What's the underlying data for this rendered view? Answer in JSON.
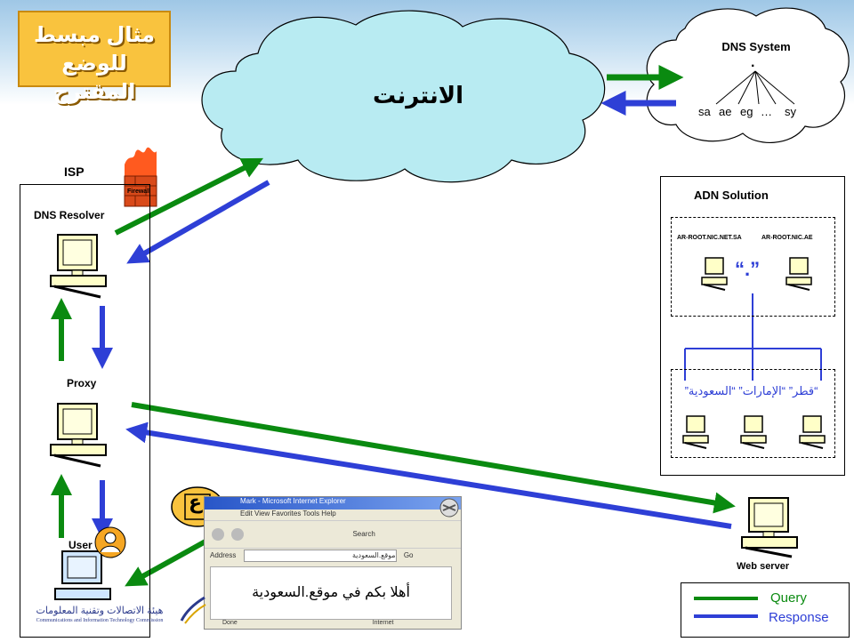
{
  "title": "مثال مبسط للوضع المقترح",
  "internet_label": "الانترنت",
  "dns_system": {
    "title": "DNS System",
    "root": ".",
    "tld_sa": "sa",
    "tld_ae": "ae",
    "tld_eg": "eg",
    "tld_ellipsis": "…",
    "tld_sy": "sy"
  },
  "isp": {
    "label": "ISP",
    "firewall": "Firewall",
    "resolver": "DNS Resolver",
    "proxy": "Proxy",
    "user": "User"
  },
  "adn": {
    "title": "ADN Solution",
    "server_sa": "AR-ROOT.NIC.NET.SA",
    "server_ae": "AR-ROOT.NIC.AE",
    "root_dot": "“.”",
    "tlds": "“قطر” “الإمارات” “السعودية”"
  },
  "web_server": "Web server",
  "browser": {
    "title_text": "Mark - Microsoft Internet Explorer",
    "menu_text": "Edit   View   Favorites   Tools   Help",
    "search_text": "Search",
    "address_label": "Address",
    "address_value": "موقع.السعودية",
    "go_label": "Go",
    "page_text": "أهلا بكم في موقع.السعودية",
    "status_done": "Done",
    "status_zone": "Internet"
  },
  "arabic_key_glyph": "ع",
  "logo": {
    "arabic": "هيئة الاتصالات وتقنية المعلومات",
    "english": "Communications and Information Technology Commission"
  },
  "legend": {
    "query": "Query",
    "response": "Response",
    "query_color": "#0a8a10",
    "response_color": "#2e3fd6"
  }
}
